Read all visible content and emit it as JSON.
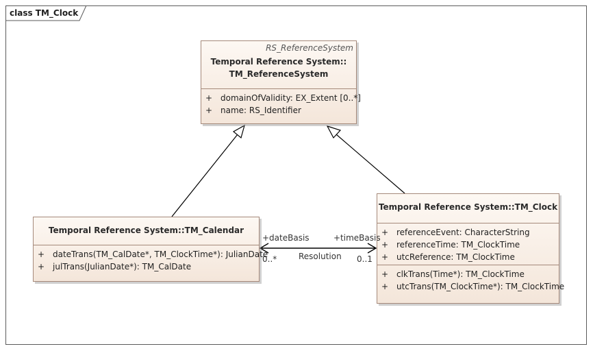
{
  "frame": {
    "label": "class TM_Clock"
  },
  "reference_system": {
    "stereotype": "RS_ReferenceSystem",
    "name_line1": "Temporal Reference System::",
    "name_line2": "TM_ReferenceSystem",
    "attributes": [
      {
        "visibility": "+",
        "text": "domainOfValidity: EX_Extent [0..*]"
      },
      {
        "visibility": "+",
        "text": "name: RS_Identifier"
      }
    ]
  },
  "calendar": {
    "name": "Temporal Reference System::TM_Calendar",
    "operations": [
      {
        "visibility": "+",
        "text": "dateTrans(TM_CalDate*, TM_ClockTime*): JulianDate"
      },
      {
        "visibility": "+",
        "text": "julTrans(JulianDate*): TM_CalDate"
      }
    ]
  },
  "clock": {
    "name": "Temporal Reference System::TM_Clock",
    "attributes": [
      {
        "visibility": "+",
        "text": "referenceEvent: CharacterString"
      },
      {
        "visibility": "+",
        "text": "referenceTime: TM_ClockTime"
      },
      {
        "visibility": "+",
        "text": "utcReference: TM_ClockTime"
      }
    ],
    "operations": [
      {
        "visibility": "+",
        "text": "clkTrans(Time*): TM_ClockTime"
      },
      {
        "visibility": "+",
        "text": "utcTrans(TM_ClockTime*): TM_ClockTime"
      }
    ]
  },
  "association": {
    "name": "Resolution",
    "left_role": "+dateBasis",
    "left_multiplicity": "0..*",
    "right_role": "+timeBasis",
    "right_multiplicity": "0..1"
  }
}
